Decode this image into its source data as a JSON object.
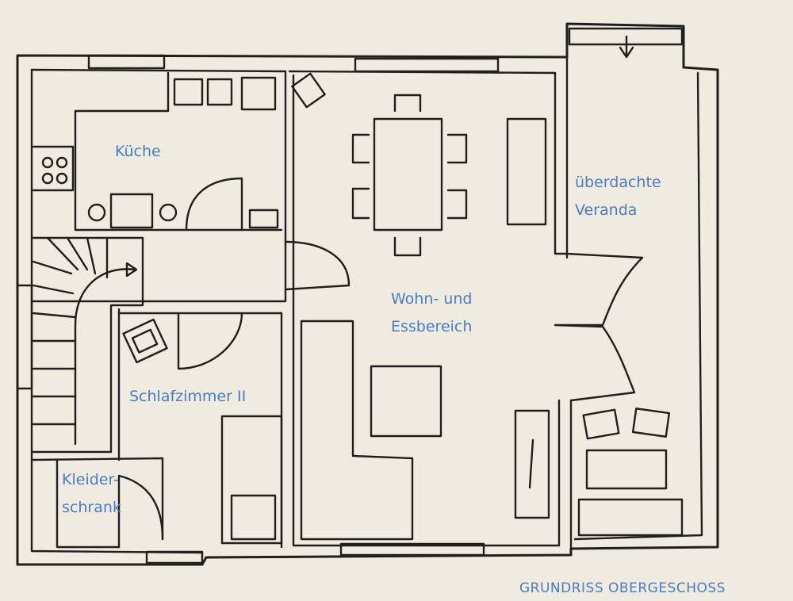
{
  "rooms": {
    "kueche": "Küche",
    "veranda_line1": "überdachte",
    "veranda_line2": "Veranda",
    "wohn_line1": "Wohn- und",
    "wohn_line2": "Essbereich",
    "schlafzimmer": "Schlafzimmer II",
    "kleider_line1": "Kleider-",
    "kleider_line2": "schrank"
  },
  "caption": "GRUNDRISS OBERGESCHOSS",
  "colors": {
    "paper": "#f0ebe1",
    "ink": "#1f1f1f",
    "label": "#4a7bc4"
  }
}
